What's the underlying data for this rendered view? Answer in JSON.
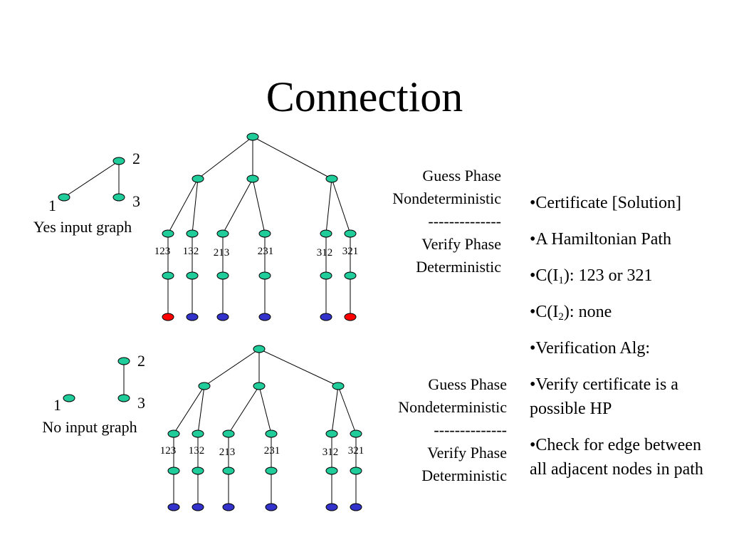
{
  "slide": {
    "title": "Connection",
    "colors": {
      "node": "#1fcc9a",
      "leaf_accept": "#ff0000",
      "leaf_reject": "#3333cc",
      "edge": "#000000"
    }
  },
  "top": {
    "graph": {
      "node_labels": [
        "1",
        "2",
        "3"
      ],
      "edges": [
        [
          "1",
          "2"
        ],
        [
          "2",
          "3"
        ]
      ],
      "caption": "Yes input graph"
    },
    "tree": {
      "permutations": [
        "123",
        "132",
        "213",
        "231",
        "312",
        "321"
      ],
      "leaf_results": [
        "accept",
        "reject",
        "reject",
        "reject",
        "reject",
        "accept"
      ]
    },
    "phases": {
      "guess": "Guess Phase",
      "guess_type": "Nondeterministic",
      "divider": "--------------",
      "verify": "Verify Phase",
      "verify_type": "Deterministic"
    }
  },
  "bottom": {
    "graph": {
      "node_labels": [
        "1",
        "2",
        "3"
      ],
      "edges": [
        [
          "2",
          "3"
        ]
      ],
      "caption": "No input graph"
    },
    "tree": {
      "permutations": [
        "123",
        "132",
        "213",
        "231",
        "312",
        "321"
      ],
      "leaf_results": [
        "reject",
        "reject",
        "reject",
        "reject",
        "reject",
        "reject"
      ]
    },
    "phases": {
      "guess": "Guess Phase",
      "guess_type": "Nondeterministic",
      "divider": "--------------",
      "verify": "Verify Phase",
      "verify_type": "Deterministic"
    }
  },
  "bullets": {
    "b1": "•Certificate [Solution]",
    "b2": "•A Hamiltonian Path",
    "b3_pre": "•C(I",
    "b3_sub": "1",
    "b3_post": "): 123 or 321",
    "b4_pre": "•C(I",
    "b4_sub": "2",
    "b4_post": "): none",
    "b5": "•Verification Alg:",
    "b6": "•Verify certificate is a possible HP",
    "b7": "•Check for edge between all adjacent nodes in path"
  }
}
